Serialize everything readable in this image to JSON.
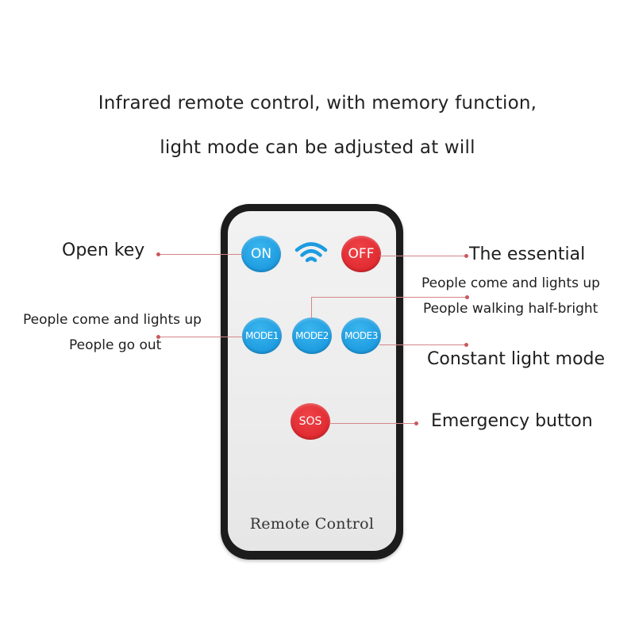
{
  "heading": {
    "line1": "Infrared remote control, with memory function,",
    "line2": "light mode can be adjusted at will"
  },
  "remote": {
    "brand": "Remote Control",
    "buttons": {
      "on": "ON",
      "off": "OFF",
      "mode1": "MODE1",
      "mode2": "MODE2",
      "mode3": "MODE3",
      "sos": "SOS"
    },
    "signal_icon": "wifi-signal-icon"
  },
  "callouts": {
    "open_key": "Open key",
    "the_essential": "The essential",
    "mode2_line1": "People come and lights up",
    "mode2_line2": "People walking half-bright",
    "mode1_line1": "People come and lights up",
    "mode1_line2": "People go out",
    "constant_light": "Constant light mode",
    "emergency": "Emergency button"
  },
  "colors": {
    "blue_button": "#1d9be0",
    "red_button": "#e02a30",
    "remote_frame": "#1c1c1c",
    "remote_face": "#ececec",
    "callout_line": "#d4868a"
  }
}
